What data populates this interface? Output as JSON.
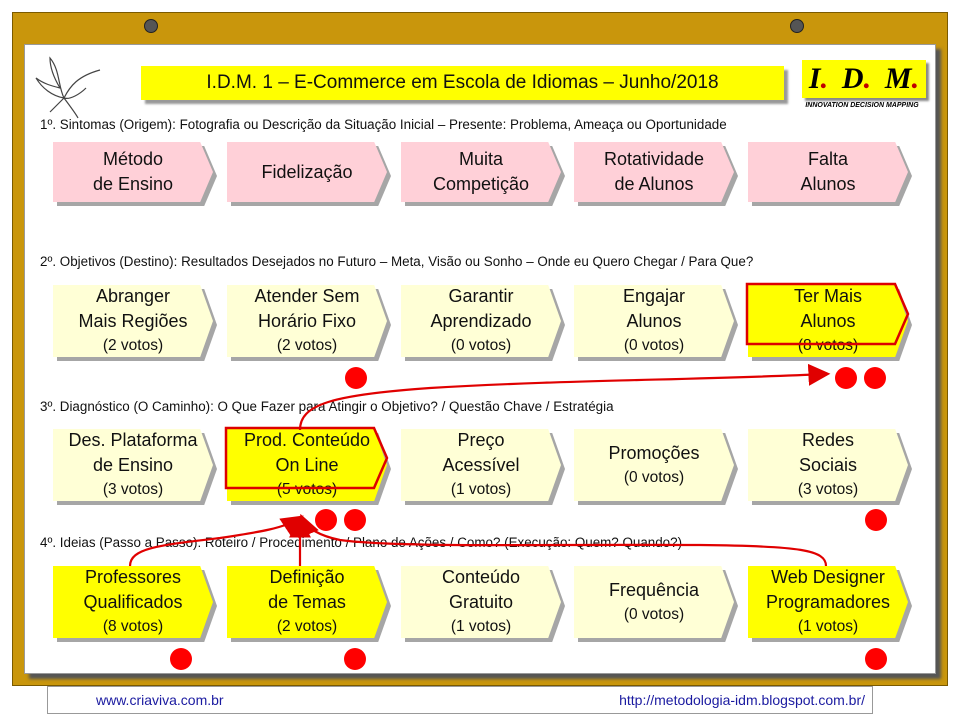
{
  "title": "I.D.M. 1 – E-Commerce  em Escola de Idiomas – Junho/2018",
  "logo": {
    "letter_i": "I",
    "letter_d": "D",
    "letter_m": "M",
    "dot": ".",
    "tagline": "INNOVATION DECISION MAPPING"
  },
  "colors": {
    "frame": "#c9960c",
    "pink": "#ffd0d8",
    "cream": "#ffffd6",
    "yellow": "#ffff00",
    "dot": "#ff0000",
    "arrow": "#e00000"
  },
  "sections": [
    {
      "heading": "1º. Sintomas (Origem): Fotografia ou Descrição da Situação Inicial – Presente: Problema, Ameaça ou Oportunidade",
      "cards": [
        {
          "lines": [
            "Método",
            "de Ensino"
          ],
          "color": "pink"
        },
        {
          "lines": [
            "Fidelização"
          ],
          "color": "pink"
        },
        {
          "lines": [
            "Muita",
            "Competição"
          ],
          "color": "pink"
        },
        {
          "lines": [
            "Rotatividade",
            "de Alunos"
          ],
          "color": "pink"
        },
        {
          "lines": [
            "Falta",
            "Alunos"
          ],
          "color": "pink"
        }
      ]
    },
    {
      "heading": "2º. Objetivos (Destino): Resultados Desejados no Futuro – Meta, Visão ou  Sonho – Onde eu Quero Chegar  / Para Que?",
      "cards": [
        {
          "lines": [
            "Abranger",
            "Mais Regiões"
          ],
          "votes": "(2 votos)",
          "color": "cream"
        },
        {
          "lines": [
            "Atender Sem",
            "Horário Fixo"
          ],
          "votes": "(2 votos)",
          "color": "cream"
        },
        {
          "lines": [
            "Garantir",
            "Aprendizado"
          ],
          "votes": "(0 votos)",
          "color": "cream"
        },
        {
          "lines": [
            "Engajar",
            "Alunos"
          ],
          "votes": "(0 votos)",
          "color": "cream"
        },
        {
          "lines": [
            "Ter Mais",
            "Alunos"
          ],
          "votes": "(8 votos)",
          "color": "yellow",
          "highlight": true
        }
      ]
    },
    {
      "heading": "3º. Diagnóstico (O Caminho): O Que Fazer para Atingir o Objetivo? / Questão Chave / Estratégia",
      "cards": [
        {
          "lines": [
            "Des. Plataforma",
            "de Ensino"
          ],
          "votes": "(3 votos)",
          "color": "cream"
        },
        {
          "lines": [
            "Prod. Conteúdo",
            "On Line"
          ],
          "votes": "(5 votos)",
          "color": "yellow",
          "highlight": true
        },
        {
          "lines": [
            "Preço",
            "Acessível"
          ],
          "votes": "(1 votos)",
          "color": "cream"
        },
        {
          "lines": [
            "Promoções"
          ],
          "votes": "(0 votos)",
          "color": "cream"
        },
        {
          "lines": [
            "Redes",
            "Sociais"
          ],
          "votes": "(3 votos)",
          "color": "cream"
        }
      ]
    },
    {
      "heading": "4º. Ideias (Passo a Passo):  Roteiro / Procedimento / Plano de Ações / Como? (Execução: Quem? Quando?)",
      "cards": [
        {
          "lines": [
            "Professores",
            "Qualificados"
          ],
          "votes": "(8 votos)",
          "color": "yellow"
        },
        {
          "lines": [
            "Definição",
            "de Temas"
          ],
          "votes": "(2 votos)",
          "color": "yellow"
        },
        {
          "lines": [
            "Conteúdo",
            "Gratuito"
          ],
          "votes": "(1 votos)",
          "color": "cream"
        },
        {
          "lines": [
            "Frequência"
          ],
          "votes": "(0 votos)",
          "color": "cream"
        },
        {
          "lines": [
            "Web Designer",
            "Programadores"
          ],
          "votes": "(1 votos)",
          "color": "yellow"
        }
      ]
    }
  ],
  "footer": {
    "left": "www.criaviva.com.br",
    "right": "http://metodologia-idm.blogspot.com.br/"
  }
}
